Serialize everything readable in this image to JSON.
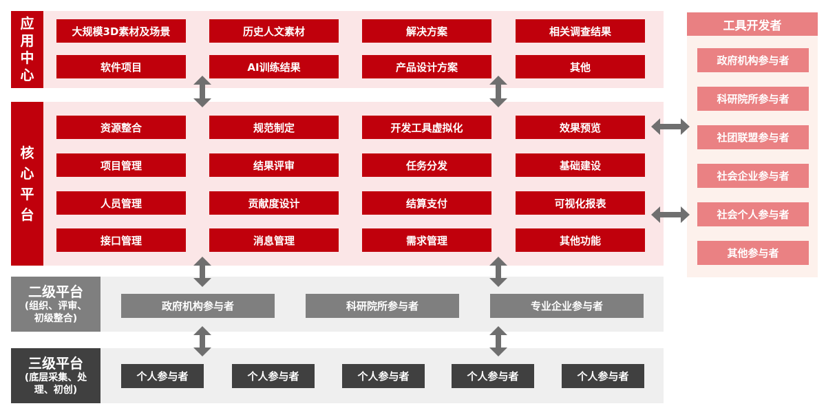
{
  "application_center": {
    "label": "应用中心",
    "items": [
      "大规模3D素材及场景",
      "历史人文素材",
      "解决方案",
      "相关调查结果",
      "软件项目",
      "AI训练结果",
      "产品设计方案",
      "其他"
    ]
  },
  "core_platform": {
    "label": "核心平台",
    "items": [
      "资源整合",
      "规范制定",
      "开发工具虚拟化",
      "效果预览",
      "项目管理",
      "结果评审",
      "任务分发",
      "基础建设",
      "人员管理",
      "贡献度设计",
      "结算支付",
      "可视化报表",
      "接口管理",
      "消息管理",
      "需求管理",
      "其他功能"
    ]
  },
  "secondary_platform": {
    "title": "二级平台",
    "subtitle": "(组织、评审、初级整合)",
    "items": [
      "政府机构参与者",
      "科研院所参与者",
      "专业企业参与者"
    ]
  },
  "tertiary_platform": {
    "title": "三级平台",
    "subtitle": "(底层采集、处理、初创)",
    "items": [
      "个人参与者",
      "个人参与者",
      "个人参与者",
      "个人参与者",
      "个人参与者"
    ]
  },
  "tool_developers": {
    "title": "工具开发者",
    "items": [
      "政府机构参与者",
      "科研院所参与者",
      "社团联盟参与者",
      "社会企业参与者",
      "社会个人参与者",
      "其他参与者"
    ]
  },
  "colors": {
    "primary_red": "#c0000c",
    "pink_band": "#fbe6e7",
    "gray_band": "#efefef",
    "mid_gray": "#7f7f7f",
    "dark_gray": "#404040",
    "salmon": "#ea8183",
    "arrow": "#6f6f6f"
  }
}
